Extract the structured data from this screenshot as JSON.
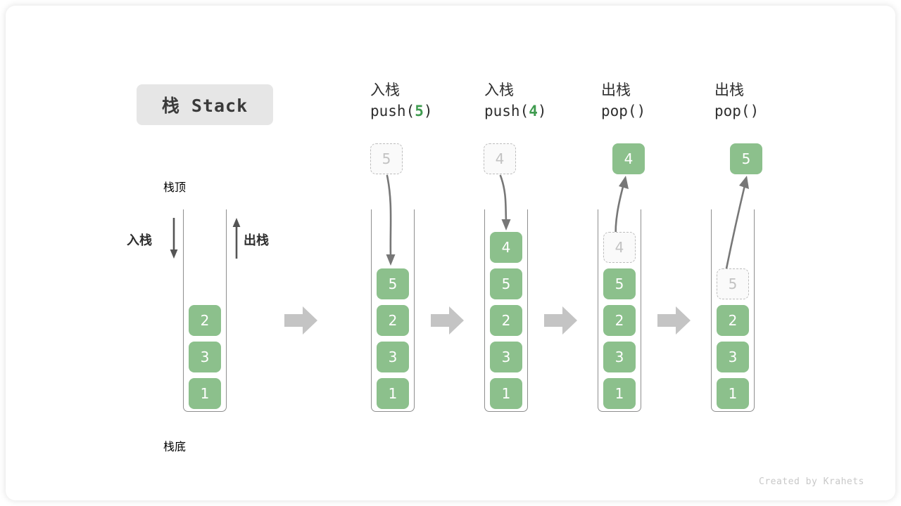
{
  "title": "栈 Stack",
  "captions": {
    "top": "栈顶",
    "bottom": "栈底"
  },
  "side_labels": {
    "push": "入栈",
    "pop": "出栈"
  },
  "watermark": "Created by Krahets",
  "colors": {
    "cell_fill": "#8cc08c",
    "cell_text": "#ffffff",
    "ghost_border": "#bdbdbd",
    "ghost_text": "#c2c2c2",
    "arrow_gray": "#777777",
    "transition_arrow": "#c4c4c4",
    "chip_bg": "#e6e6e6",
    "accent_green": "#3f9b4f"
  },
  "steps": [
    {
      "id": "initial",
      "label_cn": "",
      "label_code": "",
      "stack": [
        "1",
        "3",
        "2"
      ],
      "ghost_top": null,
      "float_cell": null
    },
    {
      "id": "push-5",
      "label_cn": "入栈",
      "code_prefix": "push(",
      "code_value": "5",
      "code_suffix": ")",
      "stack": [
        "1",
        "3",
        "2",
        "5"
      ],
      "ghost_top": null,
      "float_cell": {
        "value": "5",
        "style": "ghost"
      }
    },
    {
      "id": "push-4",
      "label_cn": "入栈",
      "code_prefix": "push(",
      "code_value": "4",
      "code_suffix": ")",
      "stack": [
        "1",
        "3",
        "2",
        "5",
        "4"
      ],
      "ghost_top": null,
      "float_cell": {
        "value": "4",
        "style": "ghost"
      }
    },
    {
      "id": "pop-1",
      "label_cn": "出栈",
      "code_prefix": "pop(",
      "code_value": "",
      "code_suffix": ")",
      "stack": [
        "1",
        "3",
        "2",
        "5"
      ],
      "ghost_top": "4",
      "float_cell": {
        "value": "4",
        "style": "solid"
      }
    },
    {
      "id": "pop-2",
      "label_cn": "出栈",
      "code_prefix": "pop(",
      "code_value": "",
      "code_suffix": ")",
      "stack": [
        "1",
        "3",
        "2"
      ],
      "ghost_top": "5",
      "float_cell": {
        "value": "5",
        "style": "solid"
      }
    }
  ]
}
